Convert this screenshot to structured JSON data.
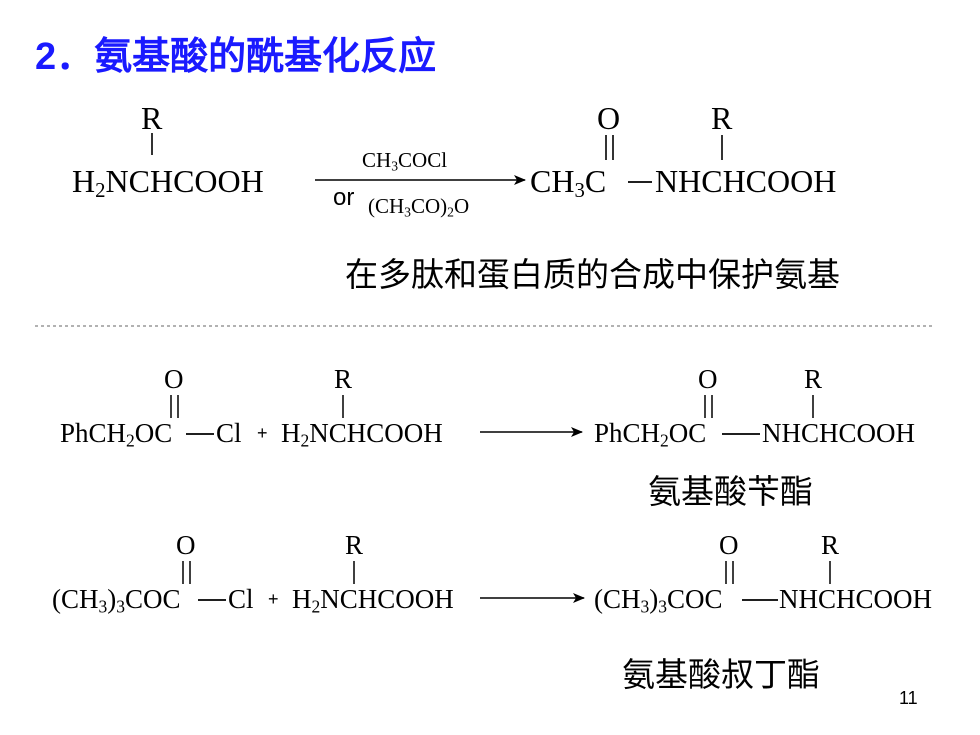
{
  "title": "2．氨基酸的酰基化反应",
  "colors": {
    "title": "#1a1aff",
    "text": "#000000"
  },
  "r1": {
    "R": "R",
    "O": "O",
    "R2": "R",
    "h": "H",
    "h2sub": "2",
    "h2rest": "NCHCOOH",
    "reagent_pre": "CH",
    "reagent_sub": "3",
    "reagent_post": "COCl",
    "or": "or",
    "alt_pre": "(CH",
    "alt_sub1": "3",
    "alt_mid": "CO)",
    "alt_sub2": "2",
    "alt_post": "O",
    "prod_pre": "CH",
    "prod_sub": "3",
    "prod_c": "C",
    "prod_rest": "NHCHCOOH",
    "note": "在多肽和蛋白质的合成中保护氨基"
  },
  "r2": {
    "O": "O",
    "R": "R",
    "O2": "O",
    "R2": "R",
    "a_pre": "PhCH",
    "a_sub": "2",
    "a_post": "OC",
    "a_cl": "Cl",
    "plus": "+",
    "b_pre": "H",
    "b_sub": "2",
    "b_post": "NCHCOOH",
    "p_pre": "PhCH",
    "p_sub": "2",
    "p_post": "OC",
    "p_rest": "NHCHCOOH",
    "name": "氨基酸苄酯"
  },
  "r3": {
    "O": "O",
    "R": "R",
    "O2": "O",
    "R2": "R",
    "a_pre": "(CH",
    "a_sub1": "3",
    "a_mid": ")",
    "a_sub2": "3",
    "a_post": "COC",
    "a_cl": "Cl",
    "plus": "+",
    "b_pre": "H",
    "b_sub": "2",
    "b_post": "NCHCOOH",
    "p_pre": "(CH",
    "p_sub1": "3",
    "p_mid": ")",
    "p_sub2": "3",
    "p_post": "COC",
    "p_rest": "NHCHCOOH",
    "name": "氨基酸叔丁酯"
  },
  "page_number": "11"
}
